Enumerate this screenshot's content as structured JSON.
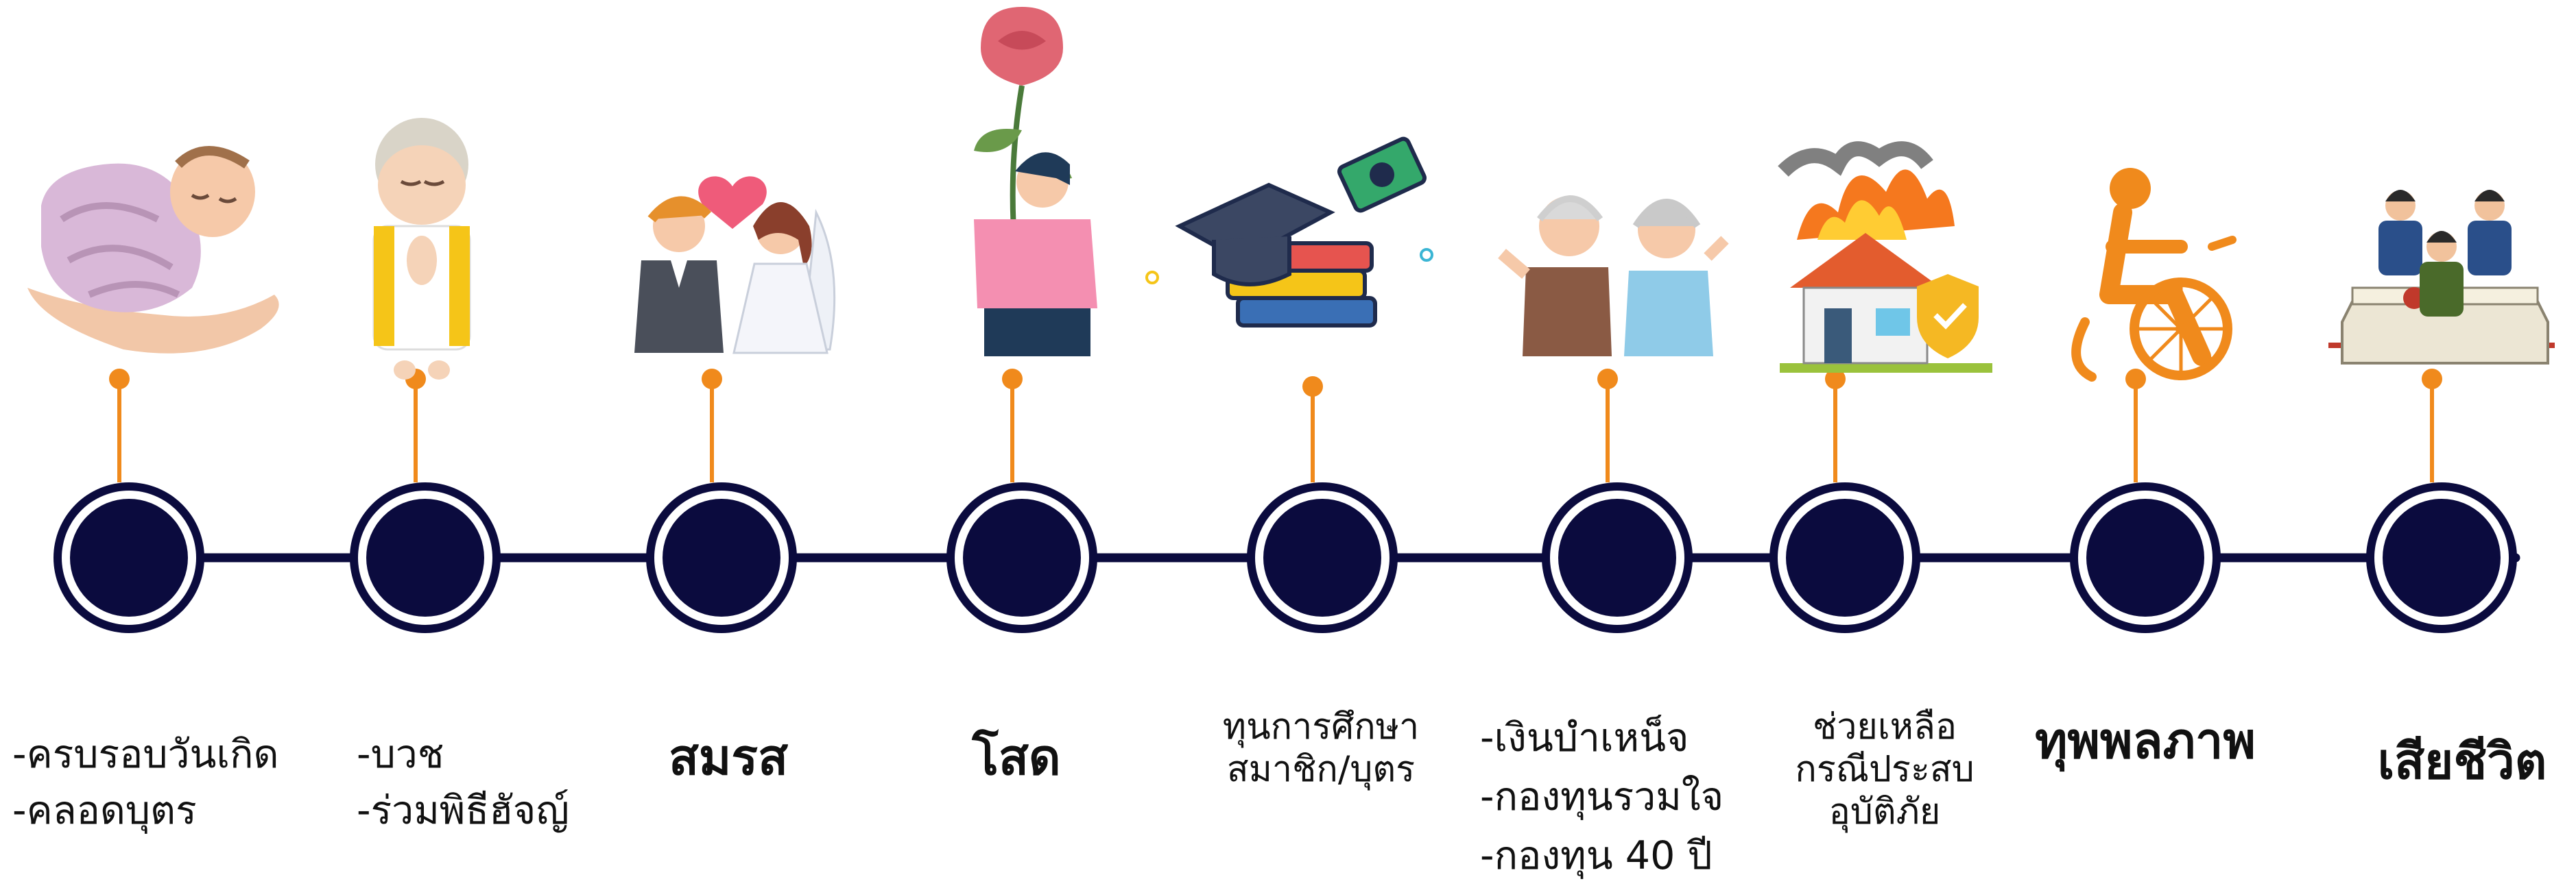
{
  "colors": {
    "timeline_line": "#0b0b3e",
    "node_fill": "#0b0b3e",
    "node_ring": "#0b0b3e",
    "connector": "#f08a1c",
    "dot": "#f08a1c"
  },
  "stages": [
    {
      "id": "birth",
      "icon": "baby-in-hands-icon",
      "lines": [
        "-ครบรอบวันเกิด",
        "-คลอดบุตร"
      ]
    },
    {
      "id": "ordain",
      "icon": "monk-icon",
      "lines": [
        "-บวช",
        "-ร่วมพิธีฮัจญ์"
      ]
    },
    {
      "id": "marry",
      "icon": "wedding-couple-icon",
      "lines": [
        "สมรส"
      ]
    },
    {
      "id": "single",
      "icon": "woman-with-rose-icon",
      "lines": [
        "โสด"
      ]
    },
    {
      "id": "education",
      "icon": "graduation-cap-money-icon",
      "lines": [
        "ทุนการศึกษา",
        "สมาชิก/บุตร"
      ]
    },
    {
      "id": "retire",
      "icon": "elderly-couple-icon",
      "lines": [
        "-เงินบำเหน็จ",
        "-กองทุนรวมใจ",
        "-กองทุน 40 ปี"
      ]
    },
    {
      "id": "disaster",
      "icon": "house-fire-shield-icon",
      "lines": [
        "ช่วยเหลือ",
        "กรณีประสบ",
        "อุบัติภัย"
      ]
    },
    {
      "id": "disability",
      "icon": "wheelchair-icon",
      "lines": [
        "ทุพพลภาพ"
      ]
    },
    {
      "id": "death",
      "icon": "funeral-coffin-icon",
      "lines": [
        "เสียชีวิต"
      ]
    }
  ]
}
